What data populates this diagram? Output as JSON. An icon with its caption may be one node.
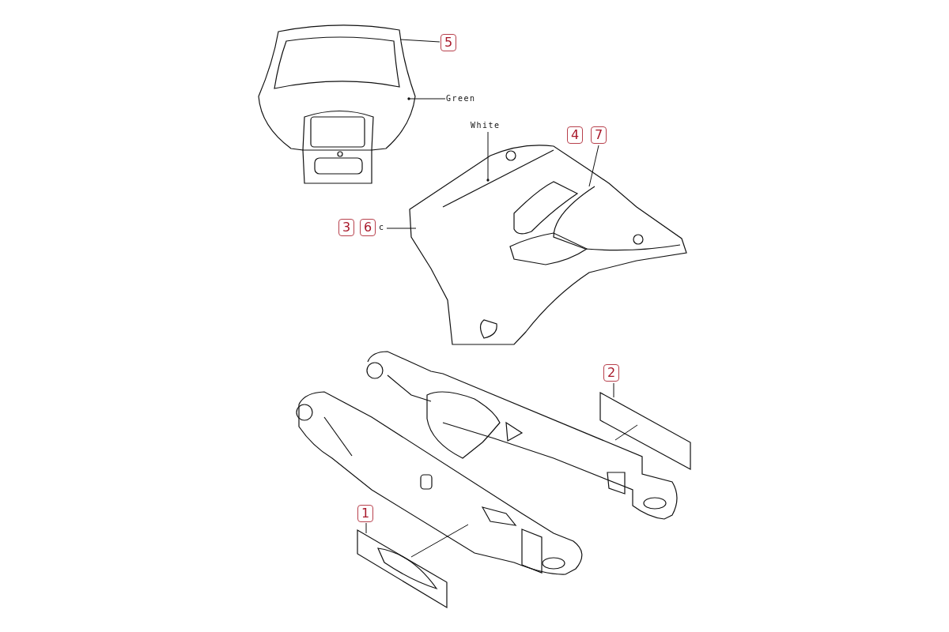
{
  "diagram": {
    "nodes": [
      {
        "text": [
          "5"
        ]
      },
      {
        "text": [
          "Green"
        ]
      },
      {
        "text": [
          "White"
        ]
      },
      {
        "text": [
          "4"
        ]
      },
      {
        "text": [
          "7"
        ]
      },
      {
        "text": [
          "3"
        ]
      },
      {
        "text": [
          "6"
        ]
      },
      {
        "text": [
          "2"
        ]
      },
      {
        "text": [
          "1"
        ]
      },
      {
        "text": [],
        "shape": "picture"
      },
      {
        "text": [],
        "shape": "picture"
      },
      {
        "text": [],
        "shape": "picture"
      },
      {
        "text": [],
        "shape": "picture"
      },
      {
        "text": [],
        "shape": "picture"
      }
    ],
    "edges": [
      {
        "from": 0,
        "to": 9,
        "arrow": "none"
      },
      {
        "from": 1,
        "to": 9,
        "arrow": "other"
      },
      {
        "from": 2,
        "to": 10,
        "arrow": "other"
      },
      {
        "from": 4,
        "to": 10,
        "arrow": "none"
      },
      {
        "from": 6,
        "to": 10,
        "arrow": "none"
      },
      {
        "from": 7,
        "to": 11,
        "arrow": "none"
      },
      {
        "from": 8,
        "to": 12,
        "arrow": "none"
      },
      {
        "from": 11,
        "to": 13,
        "arrow": "none"
      },
      {
        "from": 12,
        "to": 13,
        "arrow": "none"
      }
    ],
    "labels": [
      "c"
    ]
  }
}
